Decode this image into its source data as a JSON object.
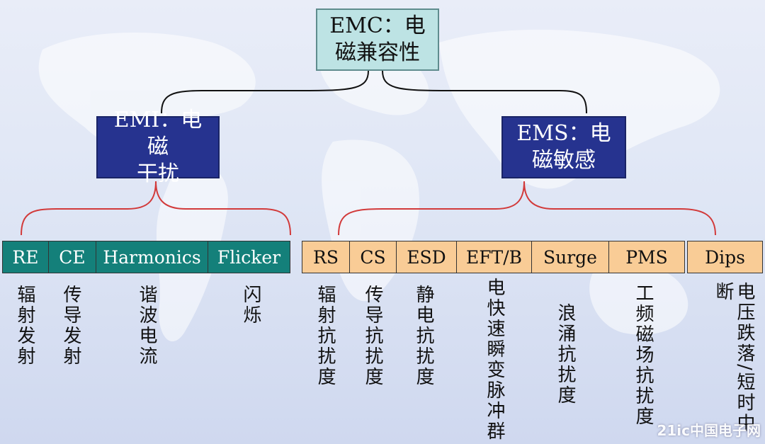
{
  "root": {
    "line1": "EMC：电",
    "line2": "磁兼容性"
  },
  "emi": {
    "line1": "EMI：电磁",
    "line2": "干扰"
  },
  "ems": {
    "line1": "EMS：电",
    "line2": "磁敏感"
  },
  "emi_items": [
    {
      "label": "RE",
      "desc": "辐射发射"
    },
    {
      "label": "CE",
      "desc": "传导发射"
    },
    {
      "label": "Harmonics",
      "desc": "谐波电流"
    },
    {
      "label": "Flicker",
      "desc": "闪烁"
    }
  ],
  "ems_items": [
    {
      "label": "RS",
      "desc": "辐射抗扰度"
    },
    {
      "label": "CS",
      "desc": "传导抗扰度"
    },
    {
      "label": "ESD",
      "desc": "静电抗扰度"
    },
    {
      "label": "EFT/B",
      "desc": "电快速瞬变脉冲群"
    },
    {
      "label": "Surge",
      "desc": "浪涌抗扰度"
    },
    {
      "label": "PMS",
      "desc": "工频磁场抗扰度"
    },
    {
      "label": "Dips",
      "desc": "电压跌落/短时中断"
    }
  ],
  "watermark": "21ic中国电子网",
  "colors": {
    "root_fill": "#bde3e4",
    "mid_fill": "#26338f",
    "emi_leaf_fill": "#14807a",
    "ems_leaf_fill": "#f9cc96",
    "top_connector": "#111111",
    "bottom_connector": "#d23a3a"
  }
}
